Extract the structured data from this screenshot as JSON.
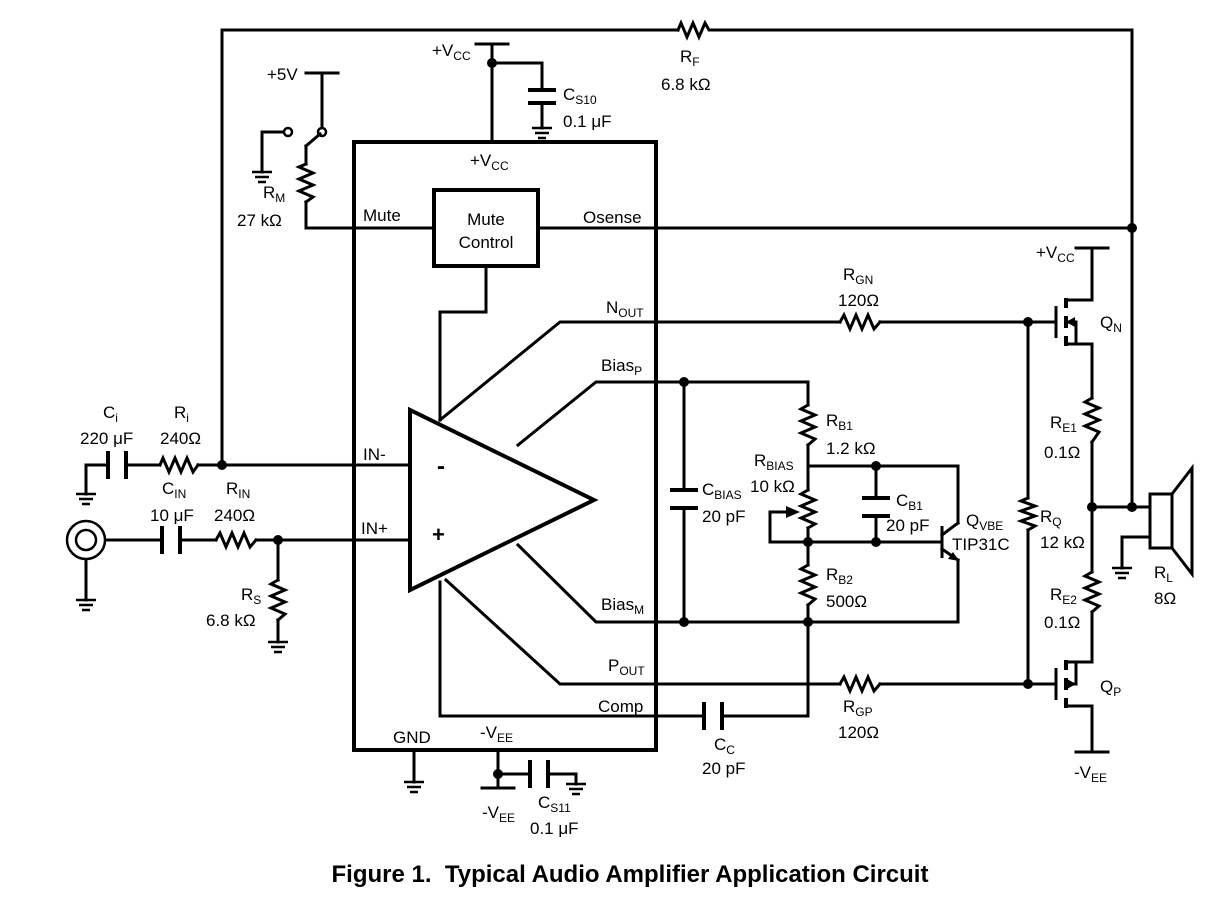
{
  "caption": "Figure 1.  Typical Audio Amplifier Application Circuit",
  "ic": {
    "vcc_pin": {
      "main": "+V",
      "sub": "CC"
    },
    "mute_pin": "Mute",
    "mute_block": [
      "Mute",
      "Control"
    ],
    "osense_pin": "Osense",
    "nout_pin": {
      "main": "N",
      "sub": "OUT"
    },
    "biasp_pin": {
      "main": "Bias",
      "sub": "P"
    },
    "inm_pin": "IN-",
    "inp_pin": "IN+",
    "biasm_pin": {
      "main": "Bias",
      "sub": "M"
    },
    "pout_pin": {
      "main": "P",
      "sub": "OUT"
    },
    "comp_pin": "Comp",
    "gnd_pin": "GND",
    "vee_pin": {
      "main": "-V",
      "sub": "EE"
    },
    "opamp_minus": "-",
    "opamp_plus": "+"
  },
  "supplies": {
    "vcc_top": {
      "main": "+V",
      "sub": "CC"
    },
    "plus5v": "+5V",
    "vcc_right": {
      "main": "+V",
      "sub": "CC"
    },
    "vee_right": {
      "main": "-V",
      "sub": "EE"
    },
    "vee_bottom": {
      "main": "-V",
      "sub": "EE"
    }
  },
  "components": {
    "rf": {
      "name": "R",
      "sub": "F",
      "value": "6.8 kΩ"
    },
    "cs10": {
      "name": "C",
      "sub": "S10",
      "value": "0.1 μF"
    },
    "rm": {
      "name": "R",
      "sub": "M",
      "value": "27 kΩ"
    },
    "ci": {
      "name": "C",
      "sub": "i",
      "value": "220 μF"
    },
    "ri": {
      "name": "R",
      "sub": "i",
      "value": "240Ω"
    },
    "cin": {
      "name": "C",
      "sub": "IN",
      "value": "10 μF"
    },
    "rin": {
      "name": "R",
      "sub": "IN",
      "value": "240Ω"
    },
    "rs": {
      "name": "R",
      "sub": "S",
      "value": "6.8 kΩ"
    },
    "rgn": {
      "name": "R",
      "sub": "GN",
      "value": "120Ω"
    },
    "cbias": {
      "name": "C",
      "sub": "BIAS",
      "value": "20 pF"
    },
    "rb1": {
      "name": "R",
      "sub": "B1",
      "value": "1.2 kΩ"
    },
    "rbias": {
      "name": "R",
      "sub": "BIAS",
      "value": "10 kΩ"
    },
    "cb1": {
      "name": "C",
      "sub": "B1",
      "value": "20 pF"
    },
    "qvbe": {
      "name": "Q",
      "sub": "VBE",
      "value": "TIP31C"
    },
    "rb2": {
      "name": "R",
      "sub": "B2",
      "value": "500Ω"
    },
    "rq": {
      "name": "R",
      "sub": "Q",
      "value": "12 kΩ"
    },
    "qn": {
      "name": "Q",
      "sub": "N"
    },
    "re1": {
      "name": "R",
      "sub": "E1",
      "value": "0.1Ω"
    },
    "re2": {
      "name": "R",
      "sub": "E2",
      "value": "0.1Ω"
    },
    "rl": {
      "name": "R",
      "sub": "L",
      "value": "8Ω"
    },
    "qp": {
      "name": "Q",
      "sub": "P"
    },
    "rgp": {
      "name": "R",
      "sub": "GP",
      "value": "120Ω"
    },
    "cc": {
      "name": "C",
      "sub": "C",
      "value": "20 pF"
    },
    "cs11": {
      "name": "C",
      "sub": "S11",
      "value": "0.1 μF"
    }
  }
}
